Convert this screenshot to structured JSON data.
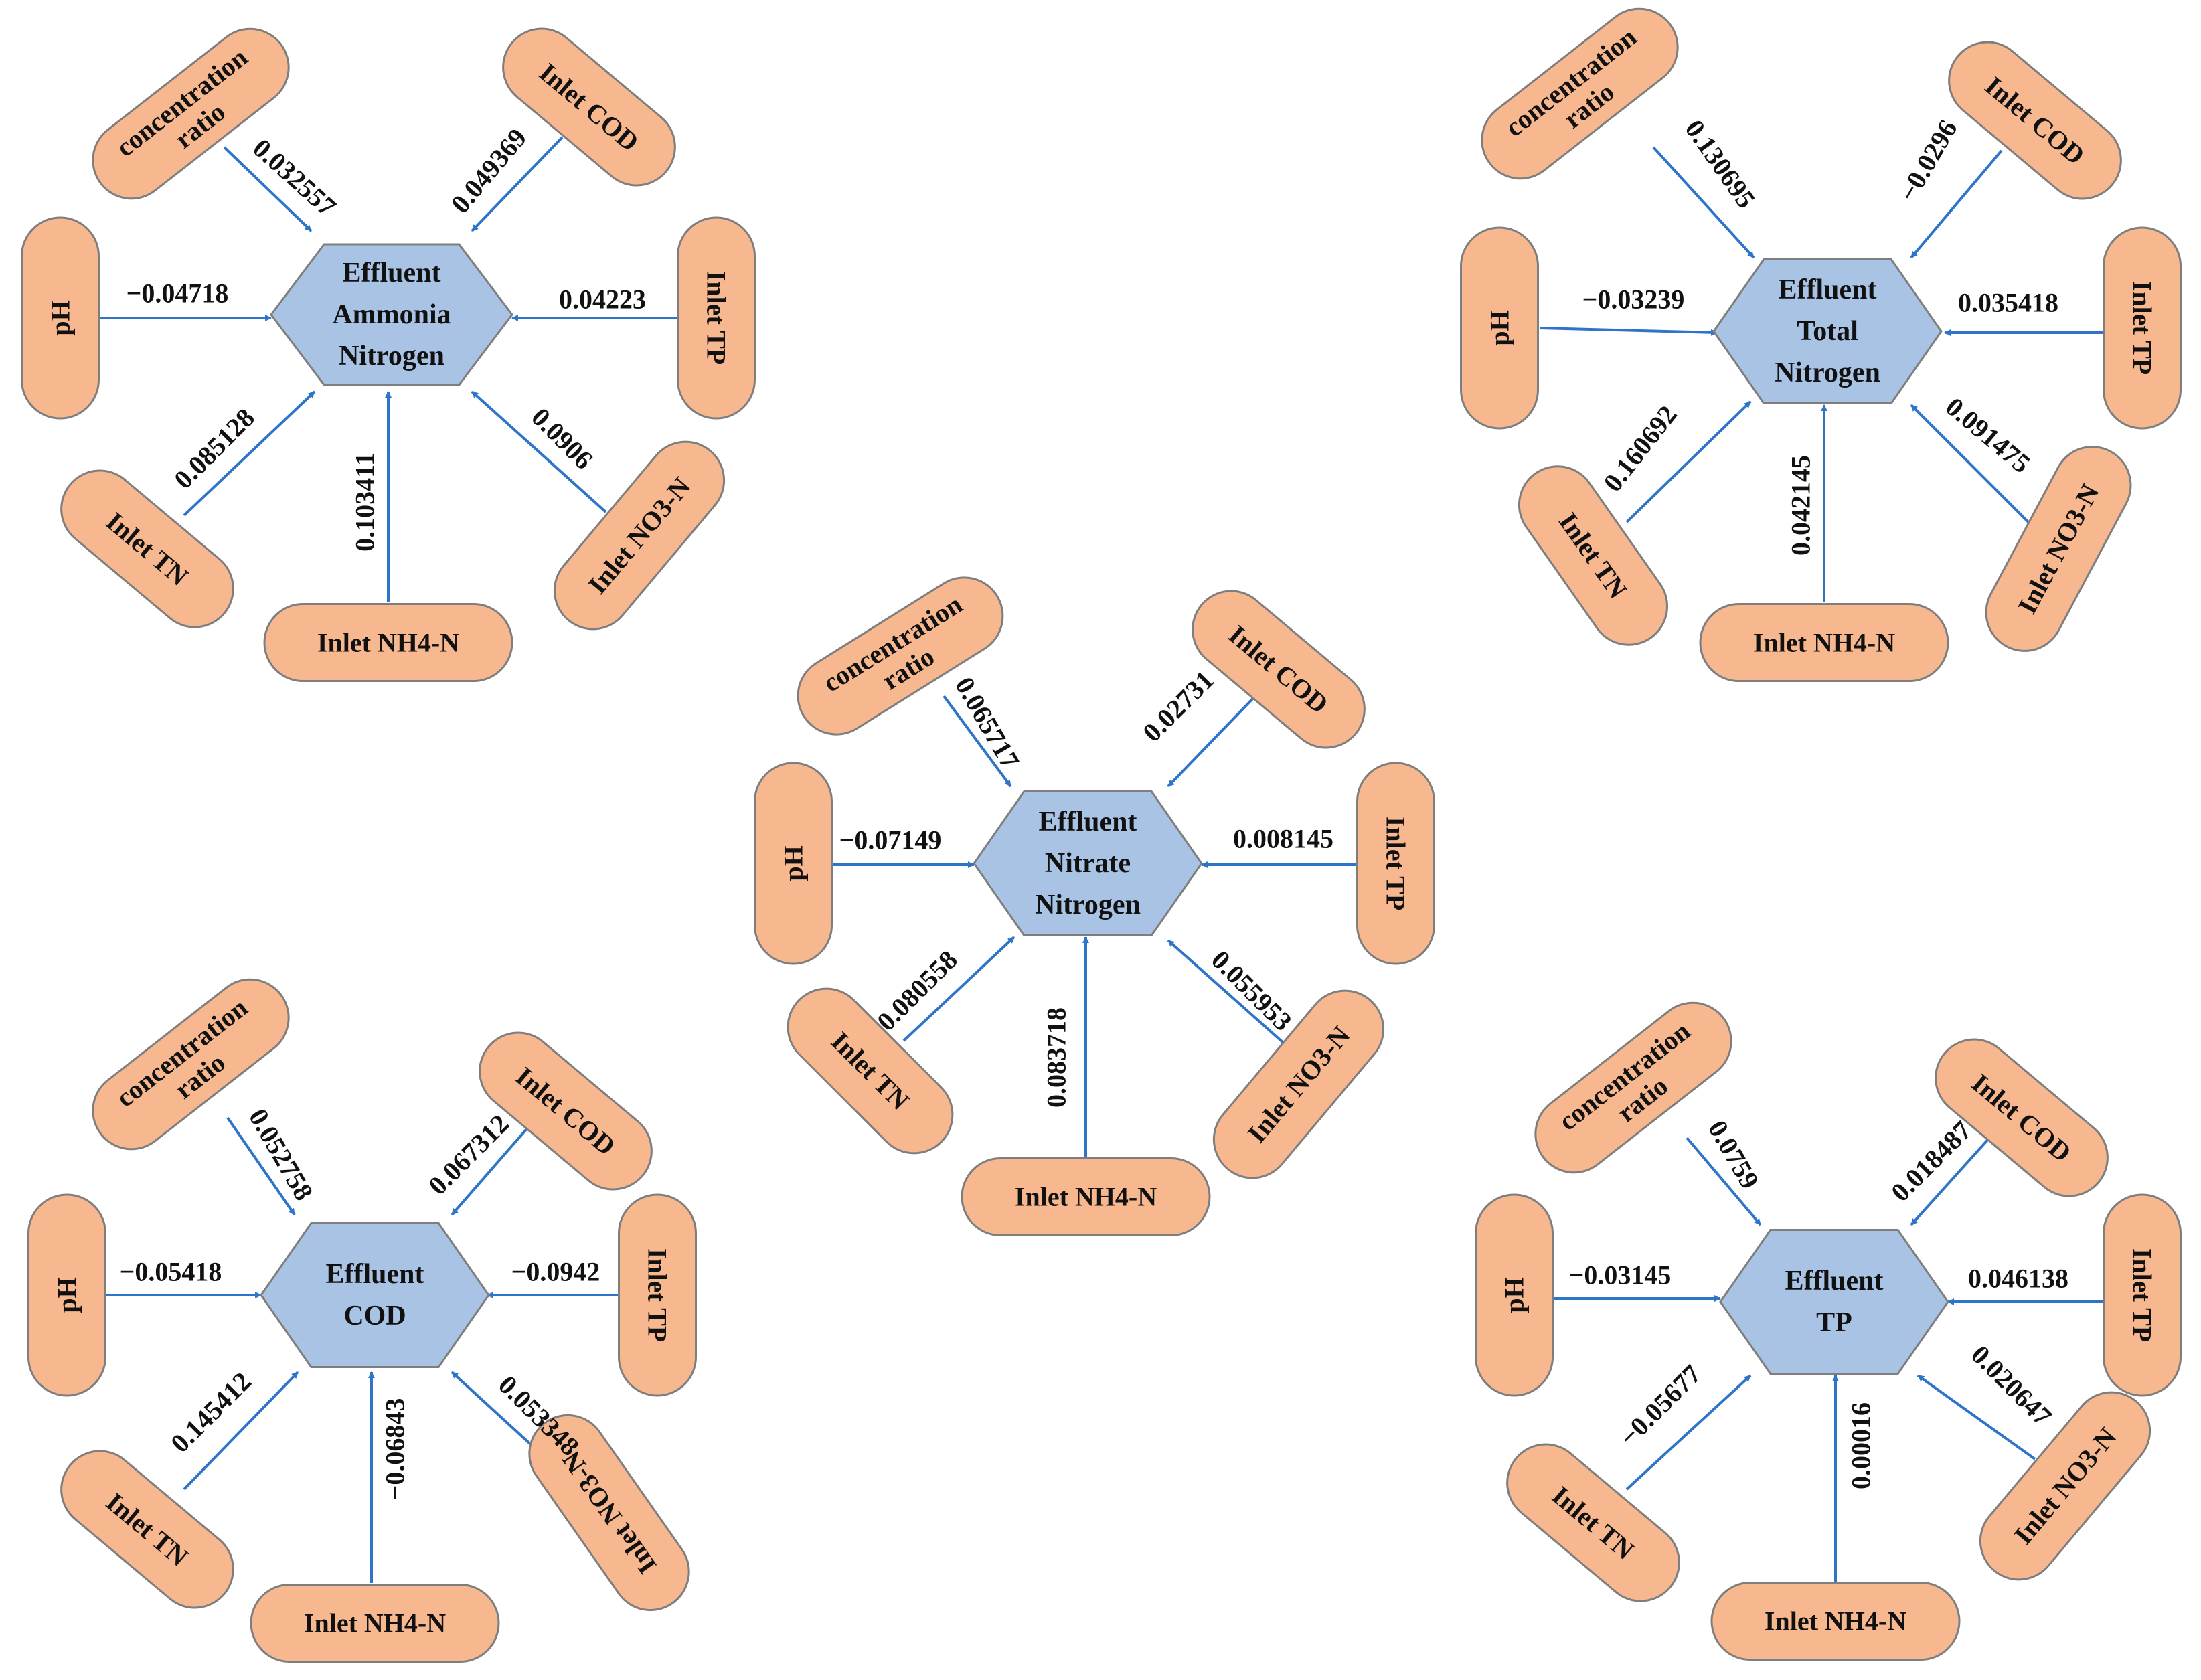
{
  "colors": {
    "input_fill": "#F7B88F",
    "input_stroke": "#7E7E7E",
    "center_fill": "#A8C3E4",
    "arrow": "#2E75C9",
    "text": "#111111"
  },
  "diagrams": [
    {
      "id": "ammonia",
      "center_label": [
        "Effluent",
        "Ammonia",
        "Nitrogen"
      ],
      "inputs": [
        {
          "key": "ratio",
          "label": [
            "concentration",
            "ratio"
          ],
          "weight": "0.032557"
        },
        {
          "key": "cod",
          "label": [
            "Inlet COD"
          ],
          "weight": "0.049369"
        },
        {
          "key": "ph",
          "label": [
            "pH"
          ],
          "weight": "−0.04718"
        },
        {
          "key": "tp",
          "label": [
            "Inlet TP"
          ],
          "weight": "0.04223"
        },
        {
          "key": "tn",
          "label": [
            "Inlet TN"
          ],
          "weight": "0.085128"
        },
        {
          "key": "nh4",
          "label": [
            "Inlet NH4-N"
          ],
          "weight": "0.103411"
        },
        {
          "key": "no3",
          "label": [
            "Inlet NO3-N"
          ],
          "weight": "0.0906"
        }
      ]
    },
    {
      "id": "total-nitrogen",
      "center_label": [
        "Effluent",
        "Total",
        "Nitrogen"
      ],
      "inputs": [
        {
          "key": "ratio",
          "label": [
            "concentration",
            "ratio"
          ],
          "weight": "0.130695"
        },
        {
          "key": "cod",
          "label": [
            "Inlet COD"
          ],
          "weight": "−0.0296"
        },
        {
          "key": "ph",
          "label": [
            "pH"
          ],
          "weight": "−0.03239"
        },
        {
          "key": "tp",
          "label": [
            "Inlet TP"
          ],
          "weight": "0.035418"
        },
        {
          "key": "tn",
          "label": [
            "Inlet TN"
          ],
          "weight": "0.160692"
        },
        {
          "key": "nh4",
          "label": [
            "Inlet NH4-N"
          ],
          "weight": "0.042145"
        },
        {
          "key": "no3",
          "label": [
            "Inlet NO3-N"
          ],
          "weight": "0.091475"
        }
      ]
    },
    {
      "id": "nitrate",
      "center_label": [
        "Effluent",
        "Nitrate",
        "Nitrogen"
      ],
      "inputs": [
        {
          "key": "ratio",
          "label": [
            "concentration",
            "ratio"
          ],
          "weight": "0.065717"
        },
        {
          "key": "cod",
          "label": [
            "Inlet COD"
          ],
          "weight": "0.02731"
        },
        {
          "key": "ph",
          "label": [
            "pH"
          ],
          "weight": "−0.07149"
        },
        {
          "key": "tp",
          "label": [
            "Inlet TP"
          ],
          "weight": "0.008145"
        },
        {
          "key": "tn",
          "label": [
            "Inlet TN"
          ],
          "weight": "0.080558"
        },
        {
          "key": "nh4",
          "label": [
            "Inlet NH4-N"
          ],
          "weight": "0.083718"
        },
        {
          "key": "no3",
          "label": [
            "Inlet NO3-N"
          ],
          "weight": "0.055953"
        }
      ]
    },
    {
      "id": "cod",
      "center_label": [
        "Effluent",
        "COD"
      ],
      "inputs": [
        {
          "key": "ratio",
          "label": [
            "concentration",
            "ratio"
          ],
          "weight": "0.052758"
        },
        {
          "key": "cod",
          "label": [
            "Inlet COD"
          ],
          "weight": "0.067312"
        },
        {
          "key": "ph",
          "label": [
            "pH"
          ],
          "weight": "−0.05418"
        },
        {
          "key": "tp",
          "label": [
            "Inlet TP"
          ],
          "weight": "−0.0942"
        },
        {
          "key": "tn",
          "label": [
            "Inlet TN"
          ],
          "weight": "0.145412"
        },
        {
          "key": "nh4",
          "label": [
            "Inlet NH4-N"
          ],
          "weight": "−0.06843"
        },
        {
          "key": "no3",
          "label": [
            "Inlet NO3-N"
          ],
          "weight": "0.053348"
        }
      ]
    },
    {
      "id": "tp",
      "center_label": [
        "Effluent",
        "TP"
      ],
      "inputs": [
        {
          "key": "ratio",
          "label": [
            "concentration",
            "ratio"
          ],
          "weight": "0.0759"
        },
        {
          "key": "cod",
          "label": [
            "Inlet COD"
          ],
          "weight": "0.018487"
        },
        {
          "key": "ph",
          "label": [
            "pH"
          ],
          "weight": "−0.03145"
        },
        {
          "key": "tp",
          "label": [
            "Inlet TP"
          ],
          "weight": "0.046138"
        },
        {
          "key": "tn",
          "label": [
            "Inlet TN"
          ],
          "weight": "−0.05677"
        },
        {
          "key": "nh4",
          "label": [
            "Inlet NH4-N"
          ],
          "weight": "0.00016"
        },
        {
          "key": "no3",
          "label": [
            "Inlet NO3-N"
          ],
          "weight": "0.020647"
        }
      ]
    }
  ]
}
